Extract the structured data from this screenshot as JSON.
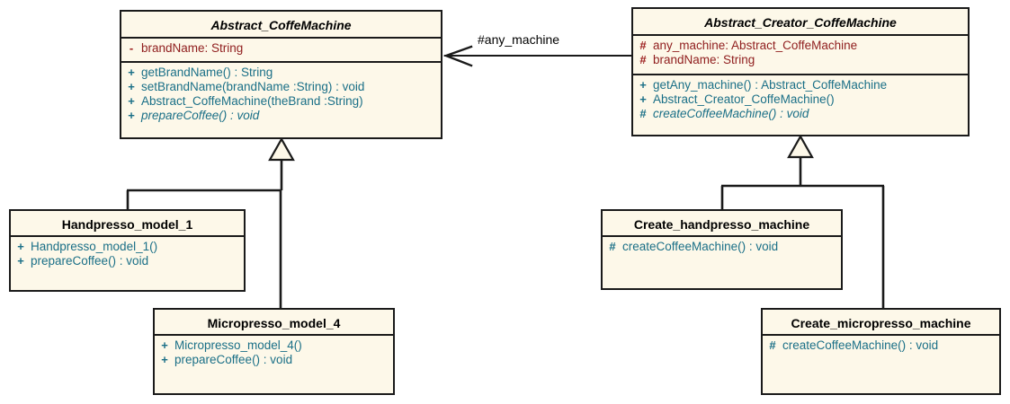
{
  "diagram": {
    "type": "uml-class-diagram",
    "colors": {
      "box_fill": "#fdf8e9",
      "box_border": "#1a1a1a",
      "attribute_text": "#8f1d1d",
      "method_text": "#1a6f87",
      "title_text": "#000000",
      "background": "#ffffff"
    },
    "association": {
      "label": "#any_machine",
      "arrow": "open-arrow-left",
      "from": "Abstract_Creator_CoffeMachine",
      "to": "Abstract_CoffeMachine"
    },
    "classes": [
      {
        "id": "abstract-coffemachine",
        "name": "Abstract_CoffeMachine",
        "abstract": true,
        "attributes": [
          {
            "vis": "-",
            "text": "brandName:  String"
          }
        ],
        "methods": [
          {
            "vis": "+",
            "text": "getBrandName() : String",
            "abstract": false
          },
          {
            "vis": "+",
            "text": "setBrandName(brandName :String) : void",
            "abstract": false
          },
          {
            "vis": "+",
            "text": "Abstract_CoffeMachine(theBrand :String)",
            "abstract": false
          },
          {
            "vis": "+",
            "text": "prepareCoffee() : void",
            "abstract": true
          }
        ]
      },
      {
        "id": "abstract-creator-coffemachine",
        "name": "Abstract_Creator_CoffeMachine",
        "abstract": true,
        "attributes": [
          {
            "vis": "#",
            "text": "any_machine:  Abstract_CoffeMachine"
          },
          {
            "vis": "#",
            "text": "brandName:  String"
          }
        ],
        "methods": [
          {
            "vis": "+",
            "text": "getAny_machine() : Abstract_CoffeMachine",
            "abstract": false
          },
          {
            "vis": "+",
            "text": "Abstract_Creator_CoffeMachine()",
            "abstract": false
          },
          {
            "vis": "#",
            "text": "createCoffeeMachine() : void",
            "abstract": true
          }
        ]
      },
      {
        "id": "handpresso-model-1",
        "name": "Handpresso_model_1",
        "abstract": false,
        "attributes": [],
        "methods": [
          {
            "vis": "+",
            "text": "Handpresso_model_1()",
            "abstract": false
          },
          {
            "vis": "+",
            "text": "prepareCoffee() : void",
            "abstract": false
          }
        ]
      },
      {
        "id": "micropresso-model-4",
        "name": "Micropresso_model_4",
        "abstract": false,
        "attributes": [],
        "methods": [
          {
            "vis": "+",
            "text": "Micropresso_model_4()",
            "abstract": false
          },
          {
            "vis": "+",
            "text": "prepareCoffee() : void",
            "abstract": false
          }
        ]
      },
      {
        "id": "create-handpresso-machine",
        "name": "Create_handpresso_machine",
        "abstract": false,
        "attributes": [],
        "methods": [
          {
            "vis": "#",
            "text": "createCoffeeMachine() : void",
            "abstract": false
          }
        ]
      },
      {
        "id": "create-micropresso-machine",
        "name": "Create_micropresso_machine",
        "abstract": false,
        "attributes": [],
        "methods": [
          {
            "vis": "#",
            "text": "createCoffeeMachine() : void",
            "abstract": false
          }
        ]
      }
    ],
    "generalizations": [
      {
        "child": "Handpresso_model_1",
        "parent": "Abstract_CoffeMachine"
      },
      {
        "child": "Micropresso_model_4",
        "parent": "Abstract_CoffeMachine"
      },
      {
        "child": "Create_handpresso_machine",
        "parent": "Abstract_Creator_CoffeMachine"
      },
      {
        "child": "Create_micropresso_machine",
        "parent": "Abstract_Creator_CoffeMachine"
      }
    ]
  }
}
